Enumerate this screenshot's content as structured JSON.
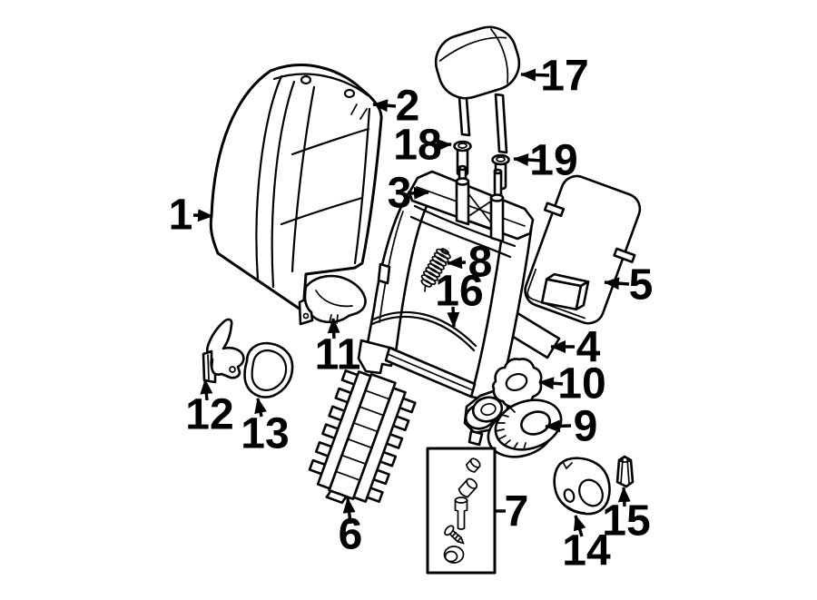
{
  "diagram": {
    "background_color": "#ffffff",
    "line_color": "#000000",
    "callouts": {
      "c1": "1",
      "c2": "2",
      "c3": "3",
      "c4": "4",
      "c5": "5",
      "c6": "6",
      "c7": "7",
      "c8": "8",
      "c9": "9",
      "c10": "10",
      "c11": "11",
      "c12": "12",
      "c13": "13",
      "c14": "14",
      "c15": "15",
      "c16": "16",
      "c17": "17",
      "c18": "18",
      "c19": "19"
    }
  }
}
